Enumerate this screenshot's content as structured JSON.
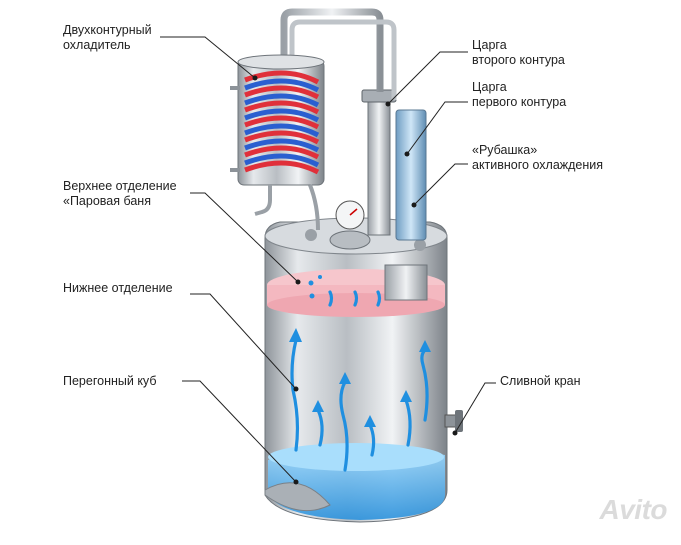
{
  "labels": {
    "condenser": [
      "Двухконтурный",
      "охладитель"
    ],
    "upper_section": [
      "Верхнее отделение",
      "«Паровая баня"
    ],
    "lower_section": [
      "Нижнее отделение"
    ],
    "still_pot": [
      "Перегонный куб"
    ],
    "column_second": [
      "Царга",
      "второго контура"
    ],
    "column_first": [
      "Царга",
      "первого контура"
    ],
    "cooling_jacket": [
      "«Рубашка»",
      "активного охлаждения"
    ],
    "drain_valve": [
      "Сливной кран"
    ]
  },
  "watermark": "Avito",
  "colors": {
    "steel": "#c8ccd0",
    "liquid": "#5ab8f0",
    "steam_zone": "#f4b8c0",
    "coil_red": "#e0303a",
    "coil_blue": "#2a5fd0",
    "arrow": "#1f8fe0"
  }
}
